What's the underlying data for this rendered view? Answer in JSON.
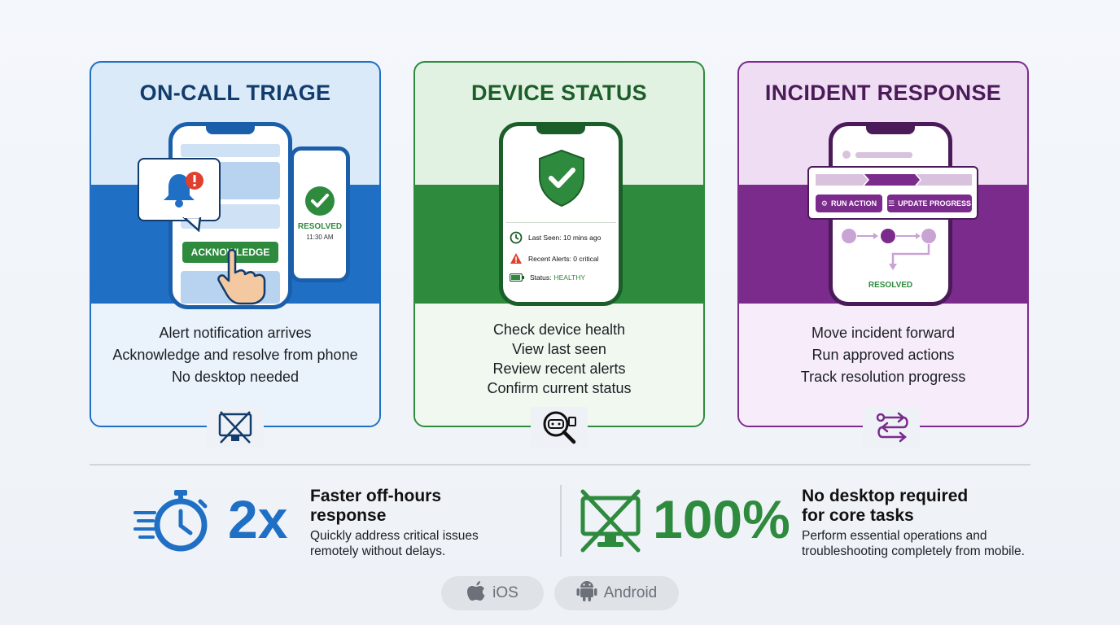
{
  "cards": [
    {
      "title": "ON-CALL TRIAGE",
      "lines": [
        "Alert notification arrives",
        "Acknowledge and resolve from phone",
        "No desktop needed"
      ],
      "acknowledge_label": "ACKNOWLEDGE",
      "resolved_label": "RESOLVED",
      "resolved_time": "11:30 AM",
      "bottom_icon": "no-desktop-icon"
    },
    {
      "title": "DEVICE STATUS",
      "lines": [
        "Check device health",
        "View last seen",
        "Review recent alerts",
        "Confirm current status"
      ],
      "last_seen": "Last Seen: 10 mins ago",
      "recent_alerts": "Recent Alerts: 0 critical",
      "status_label": "Status:",
      "status_value": "HEALTHY",
      "bottom_icon": "device-search-icon"
    },
    {
      "title": "INCIDENT RESPONSE",
      "lines": [
        "Move incident forward",
        "Run approved actions",
        "Track resolution progress"
      ],
      "run_action_label": "RUN ACTION",
      "update_progress_label": "UPDATE PROGRESS",
      "resolved_label": "RESOLVED",
      "bottom_icon": "workflow-arrows-icon"
    }
  ],
  "stats": [
    {
      "value": "2x",
      "heading_line1": "Faster off-hours",
      "heading_line2": "response",
      "desc_line1": "Quickly address critical issues",
      "desc_line2": "remotely without delays.",
      "icon": "stopwatch-icon",
      "color": "#1f6fc5"
    },
    {
      "value": "100%",
      "heading_line1": "No desktop required",
      "heading_line2": "for core tasks",
      "desc_line1": "Perform essential operations and",
      "desc_line2": "troubleshooting completely from mobile.",
      "icon": "no-desktop-icon",
      "color": "#2e8b3e"
    }
  ],
  "platforms": [
    {
      "label": "iOS",
      "icon": "apple-icon"
    },
    {
      "label": "Android",
      "icon": "android-icon"
    }
  ],
  "colors": {
    "blue": "#1f6fc5",
    "blue_dark": "#123c6b",
    "green": "#2e8b3e",
    "green_dark": "#1c5e2a",
    "purple": "#7b2b8c",
    "purple_dark": "#4b1b59"
  }
}
